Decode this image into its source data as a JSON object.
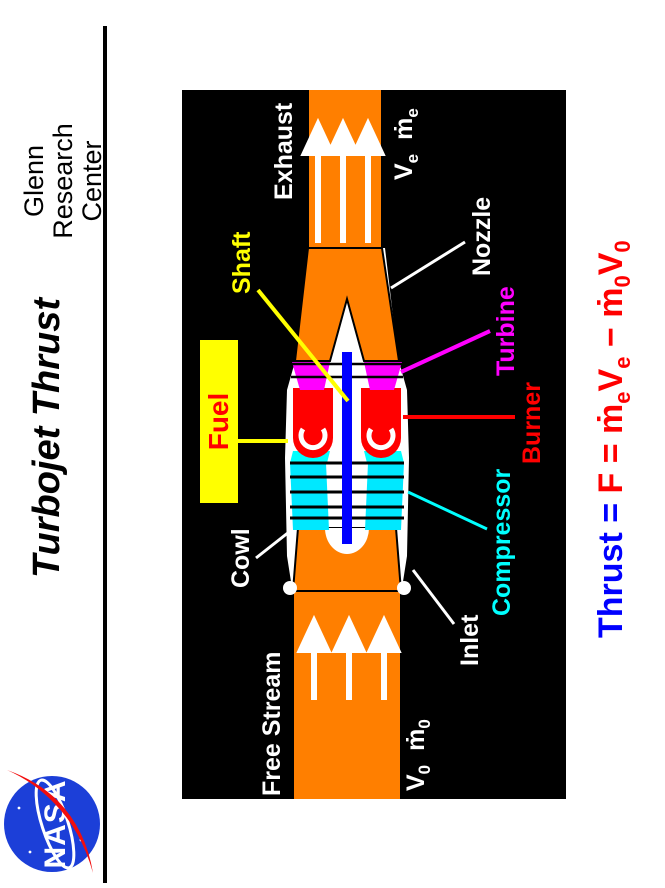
{
  "header": {
    "org_lines": [
      "Glenn",
      "Research",
      "Center"
    ],
    "title": "Turbojet Thrust"
  },
  "logo": {
    "text": "NASA",
    "ball_color": "#1c3fd8",
    "vector_color": "#f20d0d"
  },
  "diagram": {
    "background": "#000000",
    "jet_color": "#ff7f00",
    "shaft_color": "#0000ff",
    "compressor_color": "#00e8ff",
    "turbine_color": "#ff00ff",
    "burner_color": "#ff0000",
    "fuel_box_color": "#ffff00",
    "labels": {
      "free_stream": "Free Stream",
      "exhaust": "Exhaust",
      "inlet": "Inlet",
      "cowl": "Cowl",
      "nozzle": "Nozzle",
      "shaft": "Shaft",
      "fuel": "Fuel",
      "compressor": "Compressor",
      "burner": "Burner",
      "turbine": "Turbine"
    },
    "inflow": {
      "v": "V",
      "v_sub": "0",
      "mdot": "ṁ",
      "m_sub": "0"
    },
    "outflow": {
      "v": "V",
      "v_sub": "e",
      "mdot": "ṁ",
      "m_sub": "e"
    }
  },
  "equation": {
    "lhs": "Thrust = ",
    "lhs_color": "#0000ff",
    "rhs_color": "#ff0000",
    "f": "F = ",
    "me": "ṁ",
    "me_sub": "e",
    "ve": "V",
    "ve_sub": "e",
    "minus": " − ",
    "m0": "ṁ",
    "m0_sub": "0",
    "v0": "V",
    "v0_sub": "0"
  }
}
